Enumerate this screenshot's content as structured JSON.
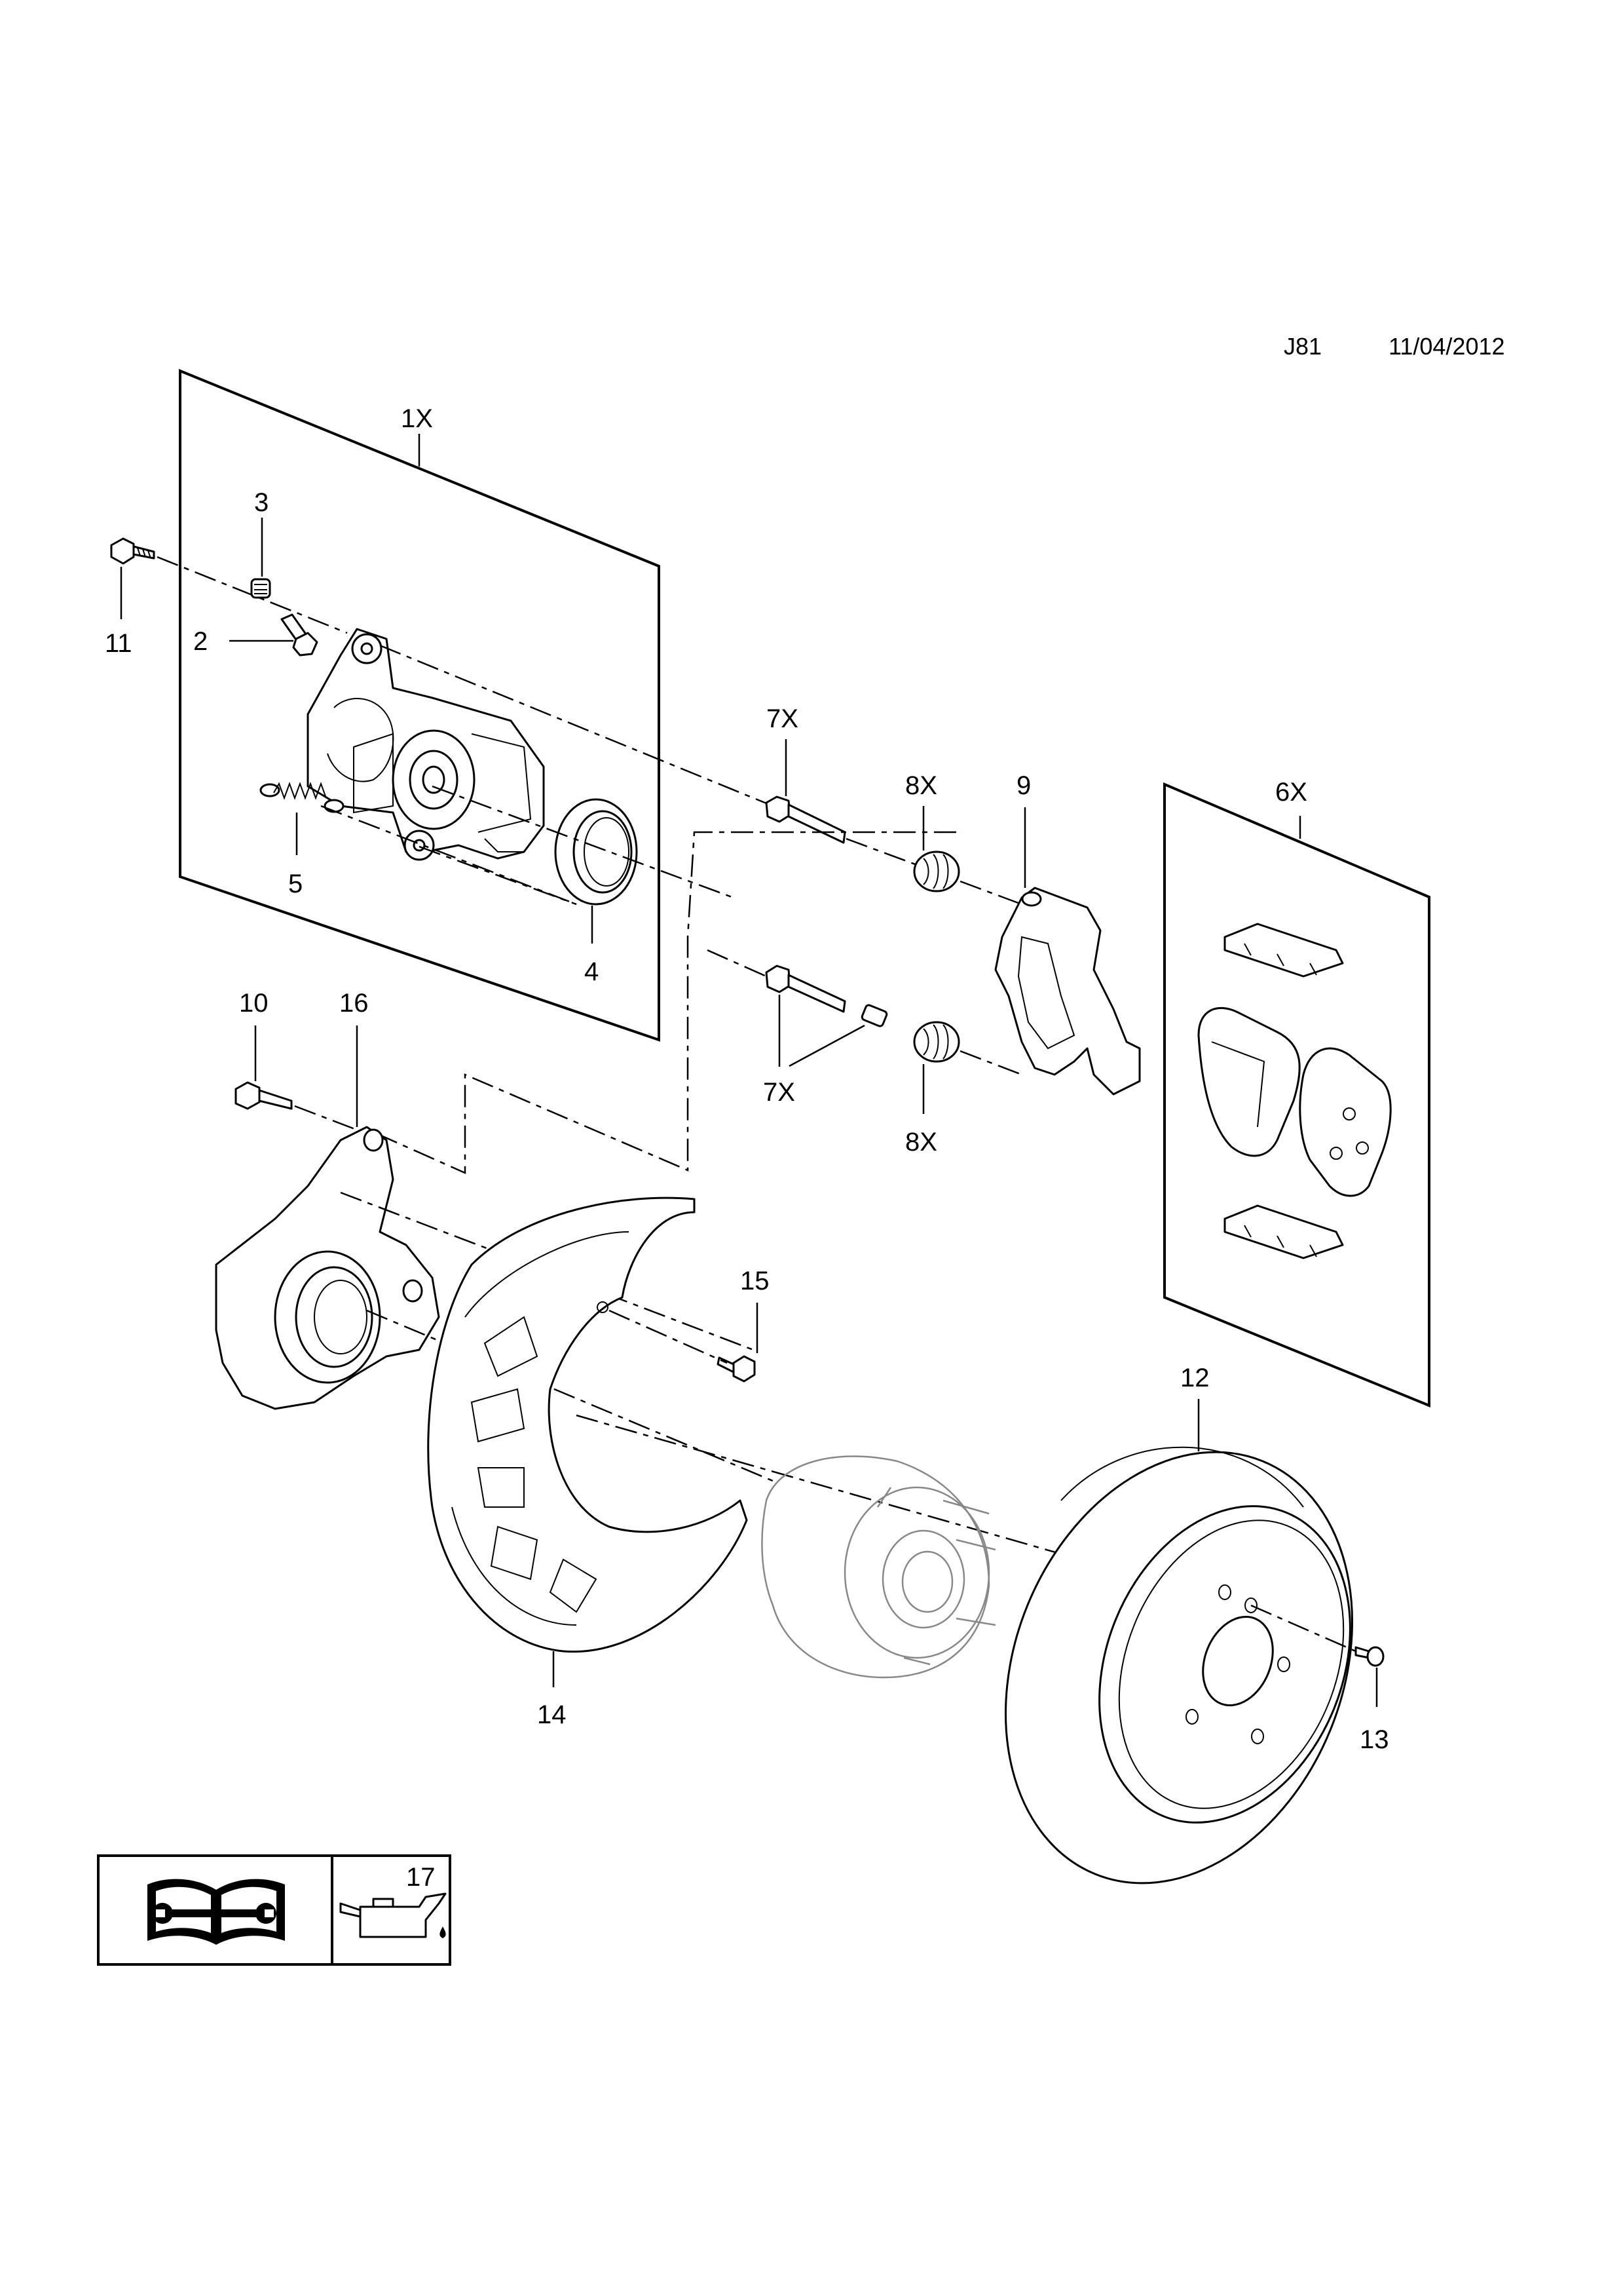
{
  "header": {
    "code": "J81",
    "date": "11/04/2012"
  },
  "callouts": {
    "c1x": "1X",
    "c2": "2",
    "c3": "3",
    "c4": "4",
    "c5": "5",
    "c6x": "6X",
    "c7x_a": "7X",
    "c7x_b": "7X",
    "c8x_a": "8X",
    "c8x_b": "8X",
    "c9": "9",
    "c10": "10",
    "c11": "11",
    "c12": "12",
    "c13": "13",
    "c14": "14",
    "c15": "15",
    "c16": "16",
    "c17": "17"
  },
  "legend": {
    "left_icon": "manual-wrench-icon",
    "right_icon": "oil-can-icon"
  }
}
